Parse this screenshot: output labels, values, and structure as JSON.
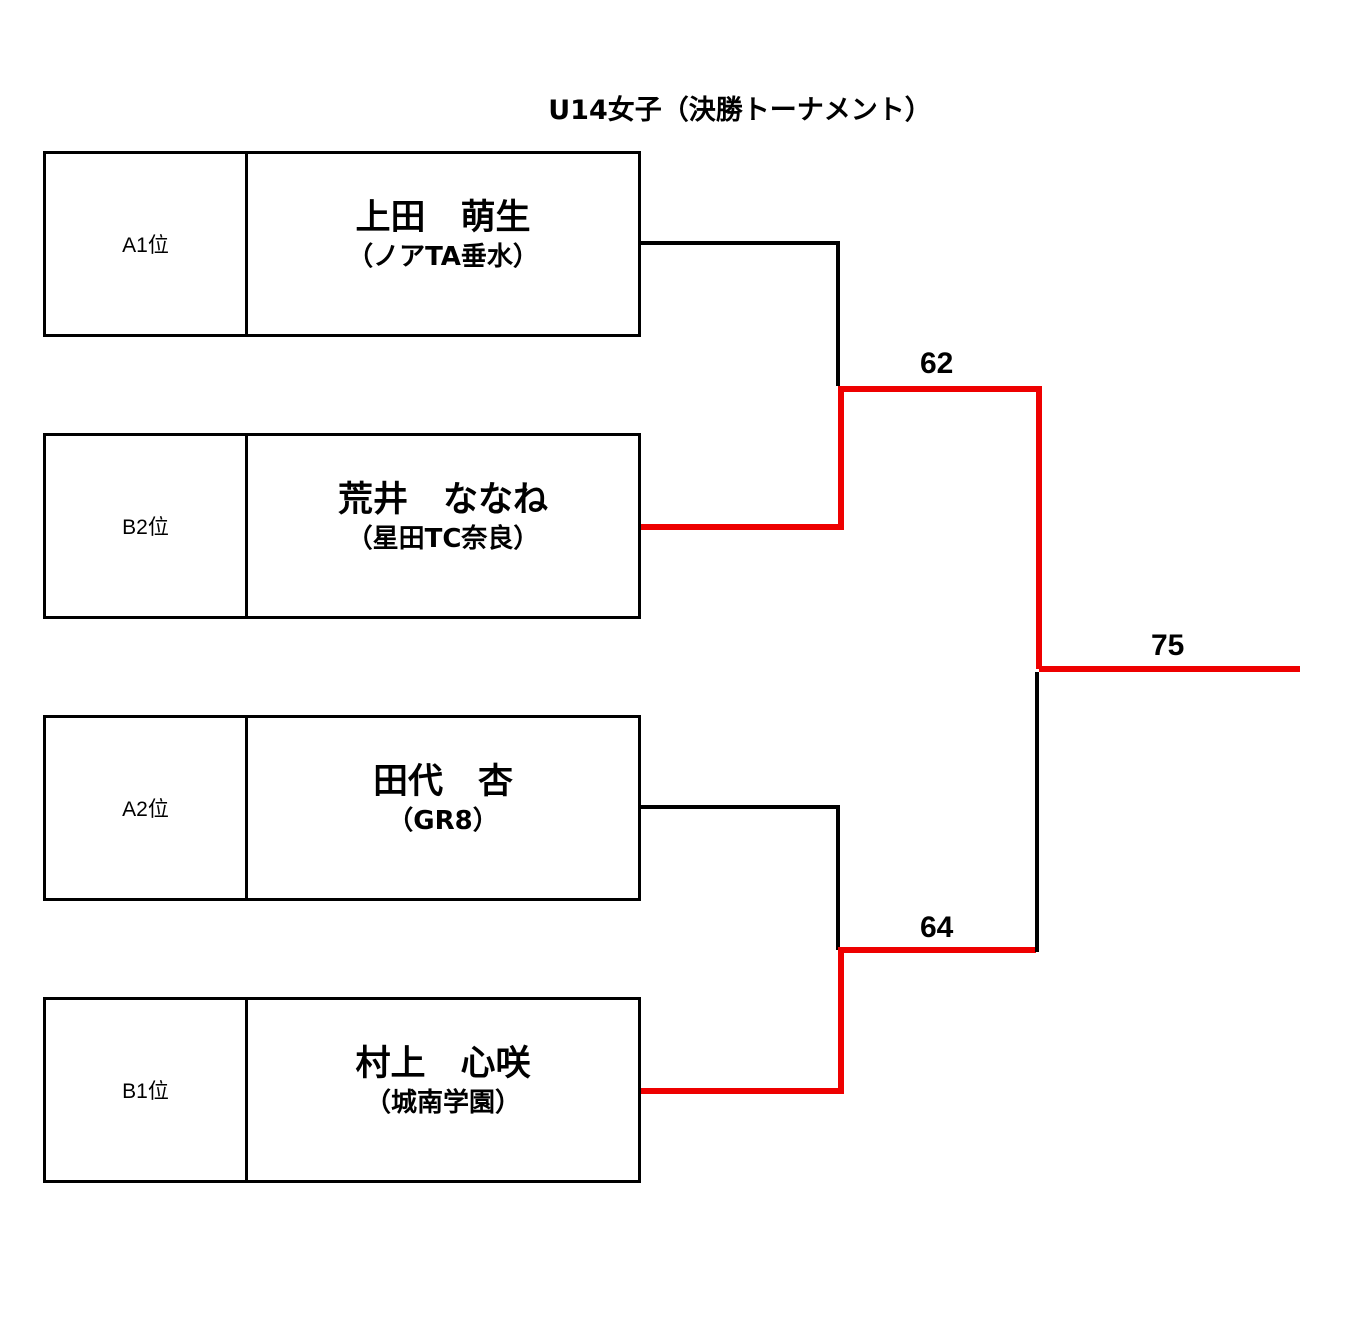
{
  "title": "U14女子（決勝トーナメント）",
  "entries": [
    {
      "seed": "A1位",
      "name": "上田　萌生",
      "club": "（ノアTA垂水）"
    },
    {
      "seed": "B2位",
      "name": "荒井　ななね",
      "club": "（星田TC奈良）"
    },
    {
      "seed": "A2位",
      "name": "田代　杏",
      "club": "（GR8）"
    },
    {
      "seed": "B1位",
      "name": "村上　心咲",
      "club": "（城南学園）"
    }
  ],
  "matches": [
    {
      "round": "semifinal-1",
      "score": "62",
      "winner": "荒井　ななね"
    },
    {
      "round": "semifinal-2",
      "score": "64",
      "winner": "村上　心咲"
    },
    {
      "round": "final",
      "score": "75",
      "winner": "荒井　ななね"
    }
  ],
  "colors": {
    "winner_line": "#ee0000",
    "line": "#000000",
    "border": "#000000"
  }
}
